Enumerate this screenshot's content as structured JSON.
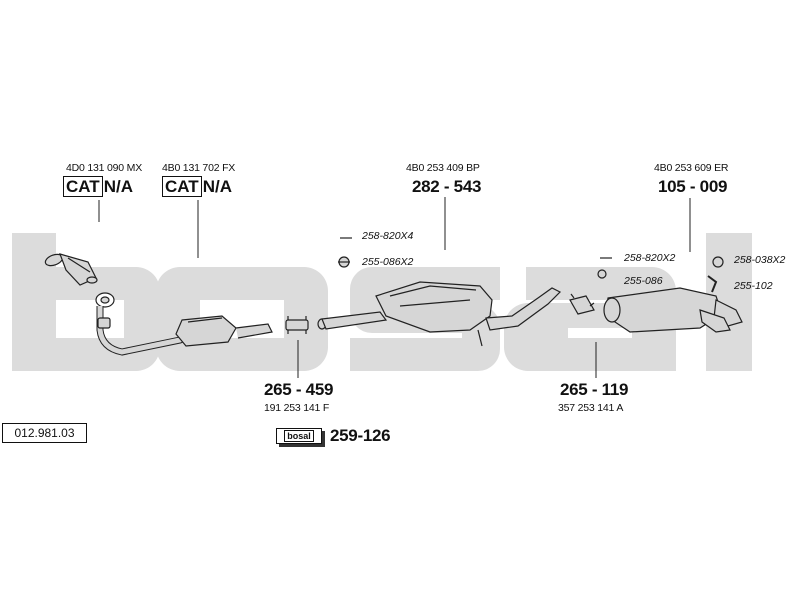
{
  "reference_number": "012.981.03",
  "brand": "bosal",
  "colors": {
    "watermark": "#dcdcdc",
    "line": "#222222",
    "part_fill": "#d6d6d6",
    "part_shadow": "#9a9a9a"
  },
  "components": [
    {
      "cat_box": "CAT",
      "cat_value": "N/A",
      "oem_number": "4D0 131 090 MX"
    },
    {
      "cat_box": "CAT",
      "cat_value": "N/A",
      "oem_number": "4B0 131 702 FX"
    },
    {
      "part_number": "282 - 543",
      "oem_number": "4B0 253 409 BP"
    },
    {
      "part_number": "105 - 009",
      "oem_number": "4B0 253 609 ER"
    },
    {
      "part_number": "265 - 459",
      "oem_number": "191 253 141 F"
    },
    {
      "part_number": "265 - 119",
      "oem_number": "357 253 141 A"
    }
  ],
  "accessories": [
    "258-820X4",
    "255-086X2",
    "258-820X2",
    "255-086",
    "258-038X2",
    "255-102"
  ],
  "assembly_kit": {
    "part_number": "259-126",
    "badge": "bosal"
  }
}
